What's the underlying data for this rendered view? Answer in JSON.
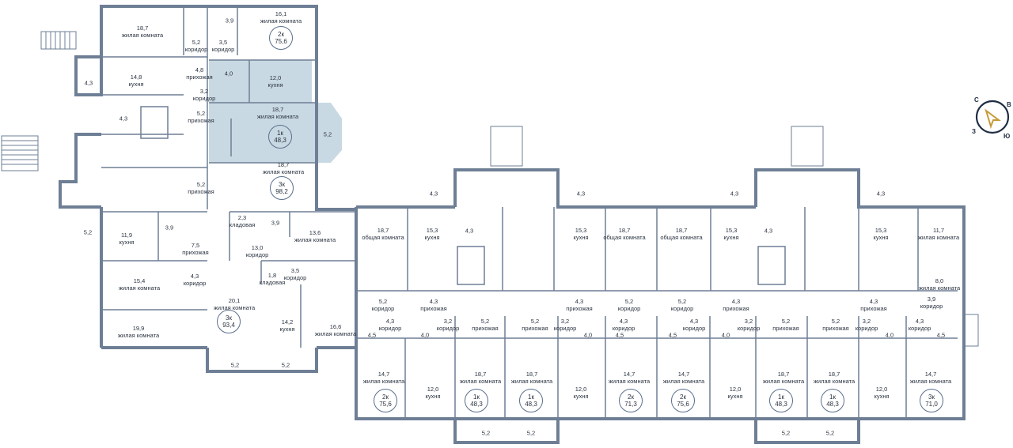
{
  "apartments": [
    {
      "type": "2к",
      "area": "75,6"
    },
    {
      "type": "1к",
      "area": "48,3",
      "selected": true
    },
    {
      "type": "3к",
      "area": "98,2"
    },
    {
      "type": "3к",
      "area": "93,4"
    },
    {
      "type": "2к",
      "area": "75,6"
    },
    {
      "type": "1к",
      "area": "48,3"
    },
    {
      "type": "1к",
      "area": "48,3"
    },
    {
      "type": "2к",
      "area": "71,3"
    },
    {
      "type": "2к",
      "area": "75,6"
    },
    {
      "type": "1к",
      "area": "48,3"
    },
    {
      "type": "1к",
      "area": "48,3"
    },
    {
      "type": "3к",
      "area": "71,0"
    }
  ],
  "rooms": [
    {
      "area": "18,7",
      "name": "жилая комната"
    },
    {
      "area": "3,9",
      "name": ""
    },
    {
      "area": "16,1",
      "name": "жилая комната"
    },
    {
      "area": "5,2",
      "name": "коридор"
    },
    {
      "area": "3,5",
      "name": "коридор"
    },
    {
      "area": "4,3",
      "name": ""
    },
    {
      "area": "14,8",
      "name": "кухня"
    },
    {
      "area": "4,8",
      "name": "прихожая"
    },
    {
      "area": "4,0",
      "name": ""
    },
    {
      "area": "12,0",
      "name": "кухня"
    },
    {
      "area": "3,2",
      "name": "коридор"
    },
    {
      "area": "4,3",
      "name": ""
    },
    {
      "area": "5,2",
      "name": "прихожая"
    },
    {
      "area": "18,7",
      "name": "жилая комната"
    },
    {
      "area": "5,2",
      "name": ""
    },
    {
      "area": "18,7",
      "name": "жилая комната"
    },
    {
      "area": "5,2",
      "name": "прихожая"
    },
    {
      "area": "2,3",
      "name": "кладовая"
    },
    {
      "area": "3,9",
      "name": ""
    },
    {
      "area": "13,6",
      "name": "жилая комната"
    },
    {
      "area": "5,2",
      "name": ""
    },
    {
      "area": "11,9",
      "name": "кухня"
    },
    {
      "area": "3,9",
      "name": ""
    },
    {
      "area": "13,0",
      "name": "коридор"
    },
    {
      "area": "7,5",
      "name": "прихожая"
    },
    {
      "area": "1,8",
      "name": "кладовая"
    },
    {
      "area": "3,5",
      "name": "коридор"
    },
    {
      "area": "15,4",
      "name": "жилая комната"
    },
    {
      "area": "4,3",
      "name": "коридор"
    },
    {
      "area": "20,1",
      "name": "жилая комната"
    },
    {
      "area": "19,9",
      "name": "жилая комната"
    },
    {
      "area": "14,2",
      "name": "кухня"
    },
    {
      "area": "16,6",
      "name": "жилая комната"
    },
    {
      "area": "5,2",
      "name": ""
    },
    {
      "area": "5,2",
      "name": ""
    },
    {
      "area": "4,3",
      "name": ""
    },
    {
      "area": "4,3",
      "name": ""
    },
    {
      "area": "4,3",
      "name": ""
    },
    {
      "area": "4,3",
      "name": ""
    },
    {
      "area": "18,7",
      "name": "общая комната"
    },
    {
      "area": "15,3",
      "name": "кухня"
    },
    {
      "area": "4,3",
      "name": ""
    },
    {
      "area": "15,3",
      "name": "кухня"
    },
    {
      "area": "18,7",
      "name": "общая комната"
    },
    {
      "area": "18,7",
      "name": "общая комната"
    },
    {
      "area": "15,3",
      "name": "кухня"
    },
    {
      "area": "4,3",
      "name": ""
    },
    {
      "area": "15,3",
      "name": "кухня"
    },
    {
      "area": "11,7",
      "name": "жилая комната"
    },
    {
      "area": "8,0",
      "name": "жилая комната"
    },
    {
      "area": "5,2",
      "name": "коридор"
    },
    {
      "area": "4,3",
      "name": "прихожая"
    },
    {
      "area": "4,3",
      "name": "прихожая"
    },
    {
      "area": "5,2",
      "name": "коридор"
    },
    {
      "area": "5,2",
      "name": "коридор"
    },
    {
      "area": "4,3",
      "name": "прихожая"
    },
    {
      "area": "4,3",
      "name": "прихожая"
    },
    {
      "area": "3,9",
      "name": "коридор"
    },
    {
      "area": "4,3",
      "name": "коридор"
    },
    {
      "area": "3,2",
      "name": "коридор"
    },
    {
      "area": "5,2",
      "name": "прихожая"
    },
    {
      "area": "5,2",
      "name": "прихожая"
    },
    {
      "area": "3,2",
      "name": "коридор"
    },
    {
      "area": "4,3",
      "name": "коридор"
    },
    {
      "area": "4,3",
      "name": "коридор"
    },
    {
      "area": "3,2",
      "name": "коридор"
    },
    {
      "area": "5,2",
      "name": "прихожая"
    },
    {
      "area": "5,2",
      "name": "прихожая"
    },
    {
      "area": "3,2",
      "name": "коридор"
    },
    {
      "area": "4,3",
      "name": "коридор"
    },
    {
      "area": "4,5",
      "name": ""
    },
    {
      "area": "4,0",
      "name": ""
    },
    {
      "area": "4,0",
      "name": ""
    },
    {
      "area": "4,5",
      "name": ""
    },
    {
      "area": "4,5",
      "name": ""
    },
    {
      "area": "4,0",
      "name": ""
    },
    {
      "area": "4,0",
      "name": ""
    },
    {
      "area": "4,5",
      "name": ""
    },
    {
      "area": "14,7",
      "name": "жилая комната"
    },
    {
      "area": "12,0",
      "name": "кухня"
    },
    {
      "area": "18,7",
      "name": "жилая комната"
    },
    {
      "area": "18,7",
      "name": "жилая комната"
    },
    {
      "area": "12,0",
      "name": "кухня"
    },
    {
      "area": "14,7",
      "name": "жилая комната"
    },
    {
      "area": "14,7",
      "name": "жилая комната"
    },
    {
      "area": "12,0",
      "name": "кухня"
    },
    {
      "area": "18,7",
      "name": "жилая комната"
    },
    {
      "area": "18,7",
      "name": "жилая комната"
    },
    {
      "area": "12,0",
      "name": "кухня"
    },
    {
      "area": "14,7",
      "name": "жилая комната"
    },
    {
      "area": "5,2",
      "name": ""
    },
    {
      "area": "5,2",
      "name": ""
    },
    {
      "area": "5,2",
      "name": ""
    },
    {
      "area": "5,2",
      "name": ""
    }
  ],
  "compass": {
    "north": "С",
    "east": "В",
    "south": "Ю",
    "west": "З"
  },
  "colors": {
    "wall": "#6e7f95",
    "selected_fill": "#c9d9e3",
    "tag_border": "#5a6f8c",
    "text": "#2a3340"
  }
}
